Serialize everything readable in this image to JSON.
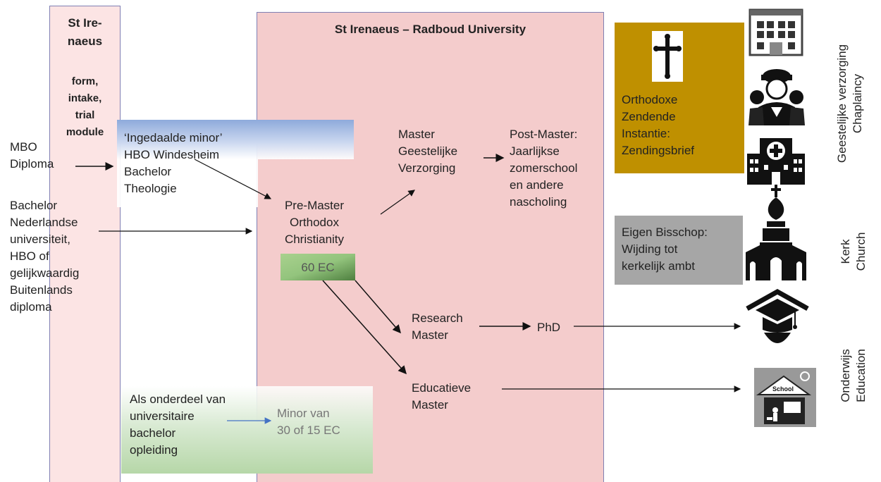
{
  "left_column": {
    "title": "St Ire-\nnaeus",
    "subtitle": "form,\nintake,\ntrial\nmodule"
  },
  "inputs": {
    "mbo": "MBO\nDiploma",
    "bachelor": "Bachelor\nNederlandse\nuniversiteit,\nHBO of\ngelijkwaardig\nBuitenlands\ndiploma"
  },
  "minor_box": "‘Ingedaalde minor’\nHBO Windesheim\nBachelor\nTheologie",
  "main": {
    "title": "St Irenaeus – Radboud University",
    "premaster": "Pre-Master\nOrthodox\nChristianity",
    "ec": "60 EC",
    "master": "Master\nGeestelijke\nVerzorging",
    "postmaster": "Post-Master:\nJaarlijkse\nzomerschool\nen andere\nnascholing",
    "research": "Research\nMaster",
    "phd": "PhD",
    "educatieve": "Educatieve\nMaster",
    "minor_van": "Minor van\n30 of 15 EC"
  },
  "bachelor_box": "Als onderdeel van\nuniversitaire\nbachelor\nopleiding",
  "orthodox_box": {
    "text": "Orthodoxe\nZendende\nInstantie:\nZendingsbrief",
    "color": "#bf9000"
  },
  "bisschop_box": {
    "text": "Eigen Bisschop:\nWijding tot\nkerkelijk ambt",
    "color": "#a6a6a6"
  },
  "side_labels": {
    "chaplaincy": "Geestelijke verzorging\nChaplaincy",
    "church": "Kerk\nChurch",
    "education": "Onderwijs\nEducation"
  },
  "school_sign": "School",
  "colors": {
    "main_fill": "#f4cccc",
    "main_border": "#7f7fb3",
    "left_fill": "#fce4e4",
    "ec_fill": "#a9d18e"
  }
}
